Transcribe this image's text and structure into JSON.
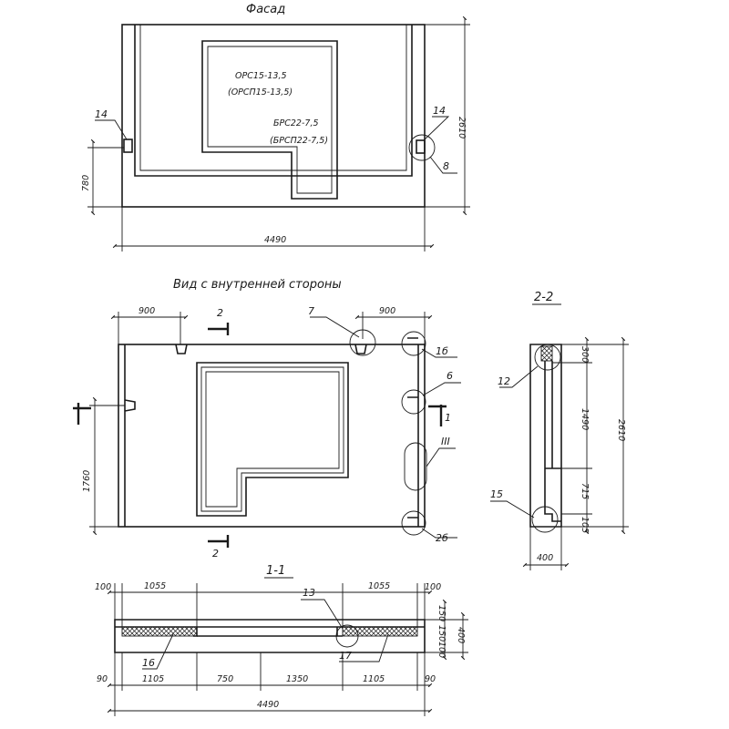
{
  "views": {
    "facade": {
      "title": "Фасад",
      "opening_1_line1": "ОРС15-13,5",
      "opening_1_line2": "(ОРСП15-13,5)",
      "opening_2_line1": "БРС22-7,5",
      "opening_2_line2": "(БРСП22-7,5)",
      "dim_width": "4490",
      "dim_height": "2610",
      "dim_low": "780",
      "mark_left": "14",
      "mark_right": "14",
      "mark_node": "8"
    },
    "inner": {
      "title": "Вид с внутренней стороны",
      "dim_left_top": "900",
      "dim_right_top": "900",
      "dim_left_height": "1760",
      "mark_7": "7",
      "mark_1b": "1б",
      "mark_6": "6",
      "mark_2b": "2б",
      "mark_III": "III",
      "cut_2_top": "2",
      "cut_2_bottom": "2",
      "cut_1": "1"
    },
    "section22": {
      "title": "2-2",
      "dim_300": "300",
      "dim_1490": "1490",
      "dim_715": "715",
      "dim_105": "105",
      "dim_2610": "2610",
      "dim_400": "400",
      "mark_12": "12",
      "mark_15": "15"
    },
    "section11": {
      "title": "1-1",
      "dim_100_left": "100",
      "dim_1055_left": "1055",
      "dim_1055_right": "1055",
      "dim_100_right": "100",
      "dim_150_a": "150",
      "dim_150_b": "150",
      "dim_100_v": "100",
      "dim_400_v": "400",
      "dim_90_left": "90",
      "dim_1105_left": "1105",
      "dim_750": "750",
      "dim_1350": "1350",
      "dim_1105_right": "1105",
      "dim_90_right": "90",
      "dim_total": "4490",
      "mark_13": "13",
      "mark_16": "16",
      "mark_17": "17"
    }
  }
}
